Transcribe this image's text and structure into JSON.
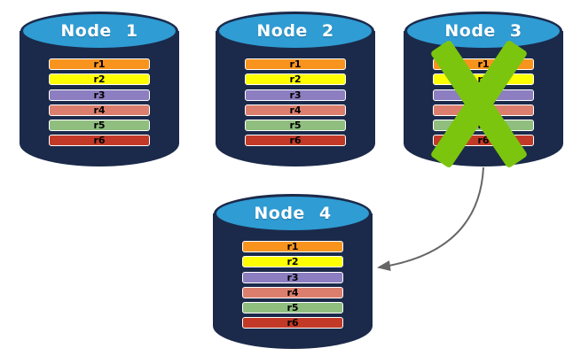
{
  "colors": {
    "background": "#FFFFFF",
    "cylinder_body": "#1B2A4A",
    "cylinder_top": "#2F9CD4",
    "title_text": "#FFFFFF",
    "row_border": "#FFFFFF",
    "row_text": "#000000",
    "cross": "#7CC50F",
    "arrow": "#666666"
  },
  "nodes": [
    {
      "name": "Node 1",
      "failed": false,
      "rows": [
        {
          "label": "r1",
          "color": "#F8941E"
        },
        {
          "label": "r2",
          "color": "#FFFF00"
        },
        {
          "label": "r3",
          "color": "#8C7EC0"
        },
        {
          "label": "r4",
          "color": "#DC7E6D"
        },
        {
          "label": "r5",
          "color": "#8FBE7F"
        },
        {
          "label": "r6",
          "color": "#C23A27"
        }
      ]
    },
    {
      "name": "Node 2",
      "failed": false,
      "rows": [
        {
          "label": "r1",
          "color": "#F8941E"
        },
        {
          "label": "r2",
          "color": "#FFFF00"
        },
        {
          "label": "r3",
          "color": "#8C7EC0"
        },
        {
          "label": "r4",
          "color": "#DC7E6D"
        },
        {
          "label": "r5",
          "color": "#8FBE7F"
        },
        {
          "label": "r6",
          "color": "#C23A27"
        }
      ]
    },
    {
      "name": "Node 3",
      "failed": true,
      "rows": [
        {
          "label": "r1",
          "color": "#F8941E"
        },
        {
          "label": "r2",
          "color": "#FFFF00"
        },
        {
          "label": "r3",
          "color": "#8C7EC0"
        },
        {
          "label": "r4",
          "color": "#DC7E6D"
        },
        {
          "label": "r5",
          "color": "#8FBE7F"
        },
        {
          "label": "r6",
          "color": "#C23A27"
        }
      ]
    },
    {
      "name": "Node 4",
      "failed": false,
      "rows": [
        {
          "label": "r1",
          "color": "#F8941E"
        },
        {
          "label": "r2",
          "color": "#FFFF00"
        },
        {
          "label": "r3",
          "color": "#8C7EC0"
        },
        {
          "label": "r4",
          "color": "#DC7E6D"
        },
        {
          "label": "r5",
          "color": "#8FBE7F"
        },
        {
          "label": "r6",
          "color": "#C23A27"
        }
      ]
    }
  ],
  "arrow": {
    "from": "Node 3",
    "to": "Node 4"
  }
}
